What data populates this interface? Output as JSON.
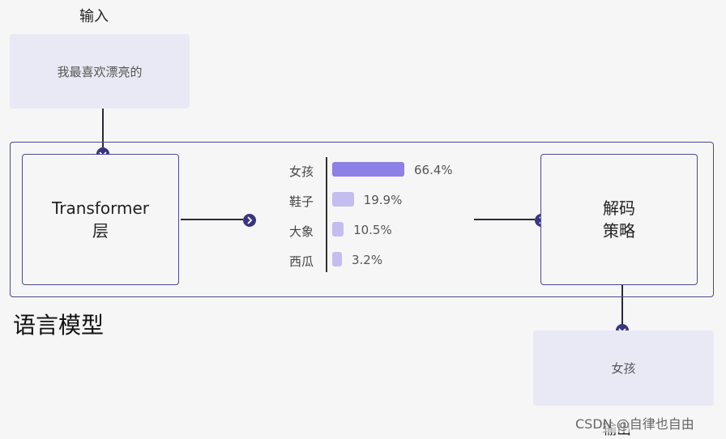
{
  "input": {
    "label": "输入",
    "text": "我最喜欢漂亮的"
  },
  "transformer": {
    "line1": "Transformer",
    "line2": "层"
  },
  "decoder": {
    "line1": "解码",
    "line2": "策略"
  },
  "model": {
    "label": "语言模型"
  },
  "output": {
    "label": "输出",
    "text": "女孩"
  },
  "watermark": "CSDN @自律也自由",
  "colors": {
    "frame": "#4a4a8c",
    "bar_top": "#8d80e6",
    "bar_other": "#c4bdf0",
    "box_bg": "#e9e9f5",
    "node": "#3a3580"
  },
  "chart_data": {
    "type": "bar",
    "orientation": "horizontal",
    "categories": [
      "女孩",
      "鞋子",
      "大象",
      "西瓜"
    ],
    "values": [
      66.4,
      19.9,
      10.5,
      3.2
    ],
    "value_labels": [
      "66.4%",
      "19.9%",
      "10.5%",
      "3.2%"
    ]
  }
}
